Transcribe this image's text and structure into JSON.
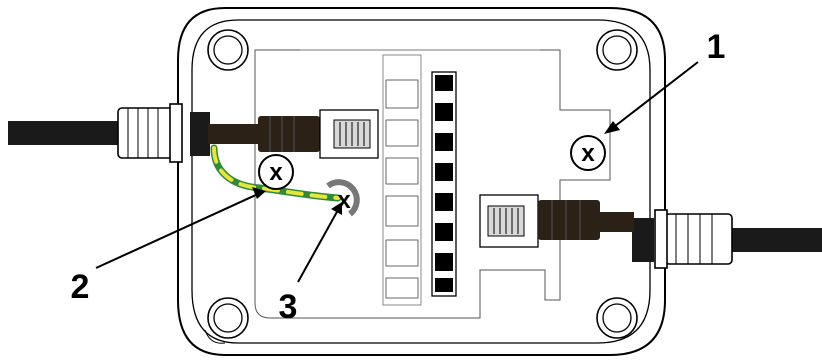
{
  "callouts": [
    {
      "id": "1",
      "label": "1"
    },
    {
      "id": "2",
      "label": "2"
    },
    {
      "id": "3",
      "label": "3"
    }
  ],
  "screw_marks": {
    "symbol": "x"
  },
  "colors": {
    "outline": "#000000",
    "enclosure": "#ffffff",
    "cable": "#1a1a1a",
    "cable_jacket": "#2b2117",
    "ground_yellow": "#e8e53a",
    "ground_green": "#3fae49",
    "connector": "#c8c8c8"
  },
  "icons": [
    "enclosure",
    "cable-gland",
    "rj45-plug",
    "rj45-jack",
    "ground-wire",
    "screw",
    "terminal-strip"
  ]
}
